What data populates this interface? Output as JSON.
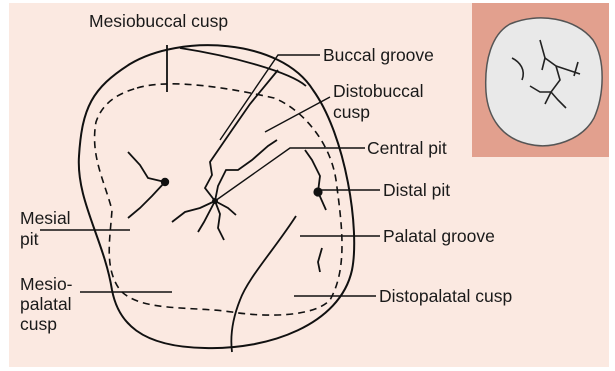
{
  "colors": {
    "panel_background": "#fbe9e1",
    "inset_background": "#e2a08e",
    "outline": "#111111",
    "tooth_photo": "#e9e9e9"
  },
  "labels": {
    "mesiobuccal_cusp": "Mesiobuccal cusp",
    "buccal_groove": "Buccal groove",
    "distobuccal_cusp": [
      "Distobuccal",
      "cusp"
    ],
    "central_pit": "Central pit",
    "distal_pit": "Distal pit",
    "mesial_pit": [
      "Mesial",
      "pit"
    ],
    "palatal_groove": "Palatal groove",
    "mesiopalatal_cusp": [
      "Mesio-",
      "palatal",
      "cusp"
    ],
    "distopalatal_cusp": "Distopalatal cusp"
  }
}
